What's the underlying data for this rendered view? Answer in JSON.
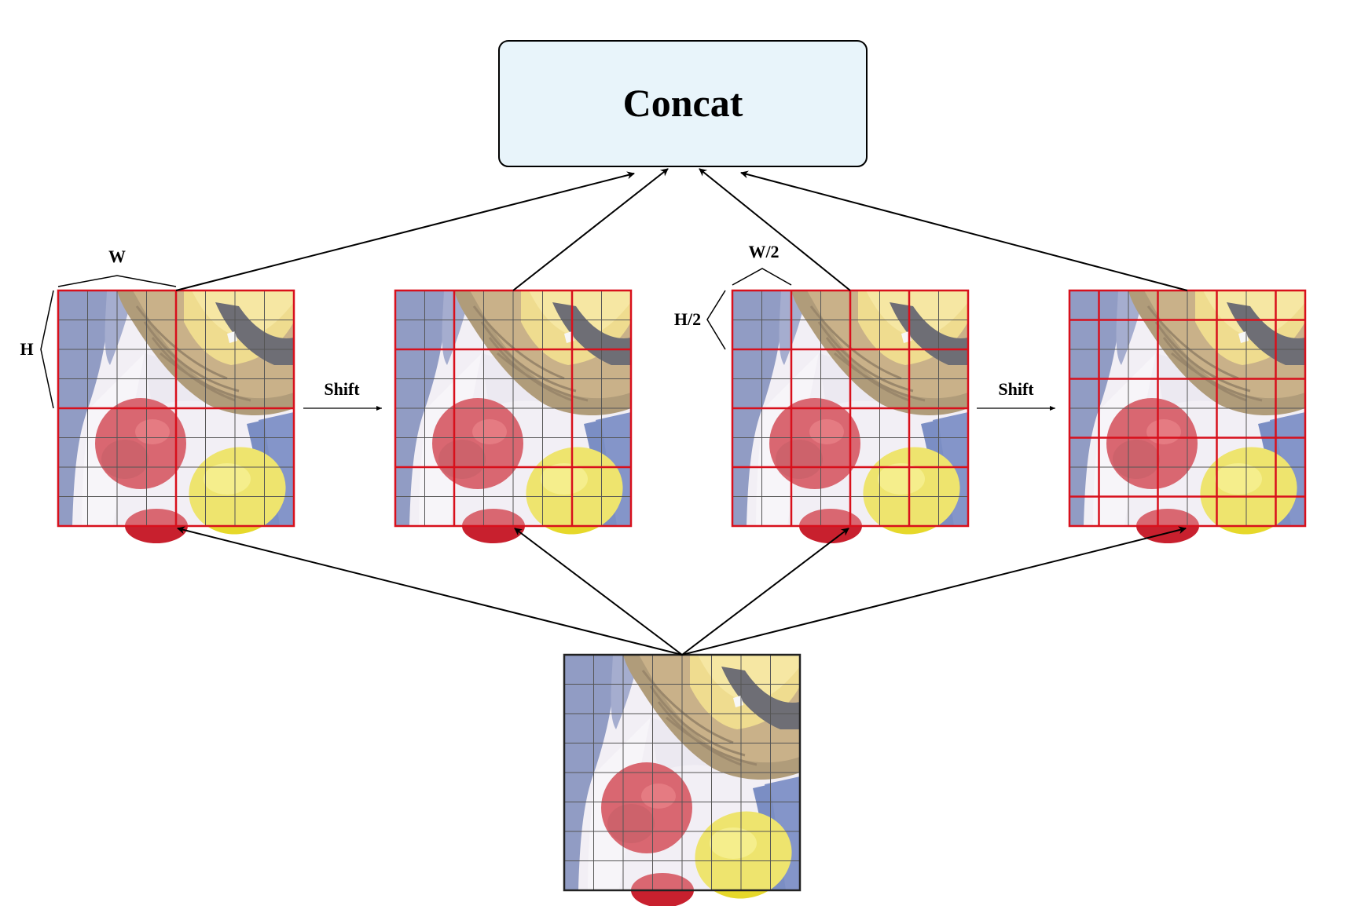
{
  "concat": {
    "label": "Concat"
  },
  "labels": {
    "w": "W",
    "h": "H",
    "w_half": "W/2",
    "h_half": "H/2",
    "shift_1": "Shift",
    "shift_2": "Shift"
  },
  "grid": {
    "cells_per_side": 8
  },
  "colors": {
    "box_fill": "#e8f4fa",
    "window_line": "#d8101c",
    "grid_line": "#555555",
    "arrow": "#000000"
  },
  "panels": [
    {
      "name": "window-panel-1",
      "windows_note": "2x2 windows"
    },
    {
      "name": "window-panel-2-shifted",
      "windows_note": "shifted 2x2 windows"
    },
    {
      "name": "window-panel-3",
      "windows_note": "4x4 windows"
    },
    {
      "name": "window-panel-4-shifted",
      "windows_note": "shifted 4x4 windows"
    },
    {
      "name": "input-panel",
      "windows_note": ""
    }
  ]
}
